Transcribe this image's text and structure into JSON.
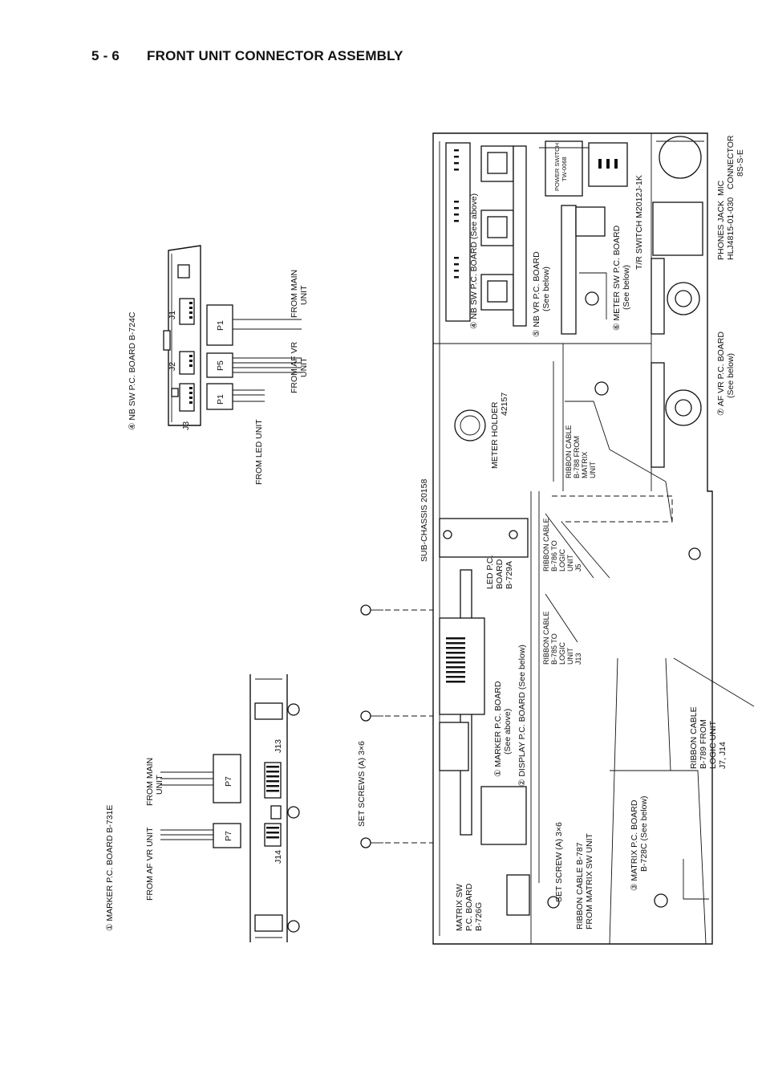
{
  "header": {
    "section_number": "5 - 6",
    "section_title": "FRONT UNIT CONNECTOR ASSEMBLY"
  },
  "nb_detail": {
    "title": "④ NB SW P.C. BOARD B-724C",
    "connectors": [
      "J1",
      "J2",
      "J3"
    ],
    "plugs": [
      "P1",
      "P5",
      "P1"
    ],
    "label_main": [
      "FROM MAIN",
      "UNIT"
    ],
    "label_afvr": [
      "FROM AF VR",
      "UNIT"
    ],
    "label_led": "FROM LED UNIT"
  },
  "marker_detail": {
    "title": "① MARKER P.C. BOARD B-731E",
    "plugs": [
      "P7",
      "P7"
    ],
    "connectors": [
      "J13",
      "J14"
    ],
    "label_main": [
      "FROM MAIN",
      "UNIT"
    ],
    "label_afvr": "FROM AF VR UNIT"
  },
  "main": {
    "sub_chassis": "SUB-CHASSIS 20158",
    "set_screws": "SET SCREWS (A) 3×6",
    "power_switch": [
      "POWER SWITCH",
      "TW-0068"
    ],
    "nb_sw_board": "④ NB SW P.C. BOARD (See above)",
    "nb_vr_board": [
      "⑤ NB VR P.C. BOARD",
      "(See below)"
    ],
    "meter_sw_board": [
      "⑥ METER SW P.C. BOARD",
      "(See below)"
    ],
    "tr_switch": "T/R SWITCH M2012J-1K",
    "phones_jack": [
      "PHONES JACK",
      "HLJ4815-01-030"
    ],
    "mic_connector": [
      "MIC",
      "CONNECTOR",
      "8S-S-E"
    ],
    "af_vr_board": [
      "⑦ AF VR P.C. BOARD",
      "(See below)"
    ],
    "meter_holder": [
      "METER HOLDER",
      "42157"
    ],
    "ribbon_788": [
      "RIBBON CABLE",
      "B-788 FROM",
      "MATRIX",
      "UNIT"
    ],
    "ribbon_786": [
      "RIBBON CABLE",
      "B-786 TO",
      "LOGIC",
      "UNIT",
      "J5"
    ],
    "ribbon_785": [
      "RIBBON CABLE",
      "B-785 TO",
      "LOGIC",
      "UNIT",
      "J13"
    ],
    "led_board": [
      "LED P.C.",
      "BOARD",
      "B-729A"
    ],
    "marker_board": [
      "① MARKER P.C. BOARD",
      "(See above)"
    ],
    "display_board": "② DISPLAY P.C. BOARD (See below)",
    "ribbon_789": [
      "RIBBON CABLE",
      "B-789 FROM",
      "LOGIC UNIT",
      "J7, J14"
    ],
    "matrix_board": [
      "③ MATRIX P.C. BOARD",
      "B-728C (See below)"
    ],
    "set_screw_single": "SET SCREW (A) 3×6",
    "ribbon_787": [
      "RIBBON CABLE B-787",
      "FROM MATRIX SW UNIT"
    ],
    "matrix_sw_board": [
      "MATRIX SW",
      "P.C. BOARD",
      "B-726G"
    ]
  }
}
